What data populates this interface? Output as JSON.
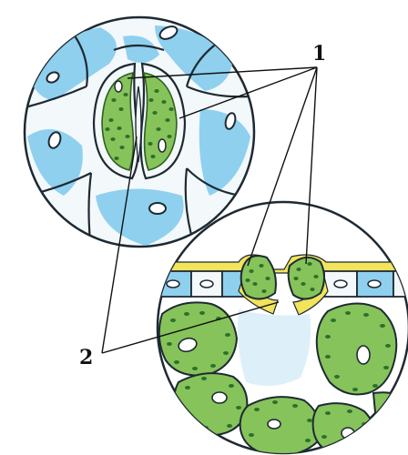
{
  "figure": {
    "callouts": [
      {
        "label": "1"
      },
      {
        "label": "2"
      }
    ],
    "panels": [
      {
        "view": "stoma-surface-view"
      },
      {
        "view": "stoma-cross-section"
      }
    ],
    "colors": {
      "outline": "#1e2a33",
      "water_blue": "#8fd0ef",
      "epidermis_white": "#f3f8fb",
      "guard_cell_green": "#86c35a",
      "guard_cell_dark": "#4f8f34",
      "chloroplast": "#2f6f2b",
      "cuticle_yellow": "#f2e45b",
      "nucleus": "#ffffff",
      "label_text": "#111111"
    }
  }
}
